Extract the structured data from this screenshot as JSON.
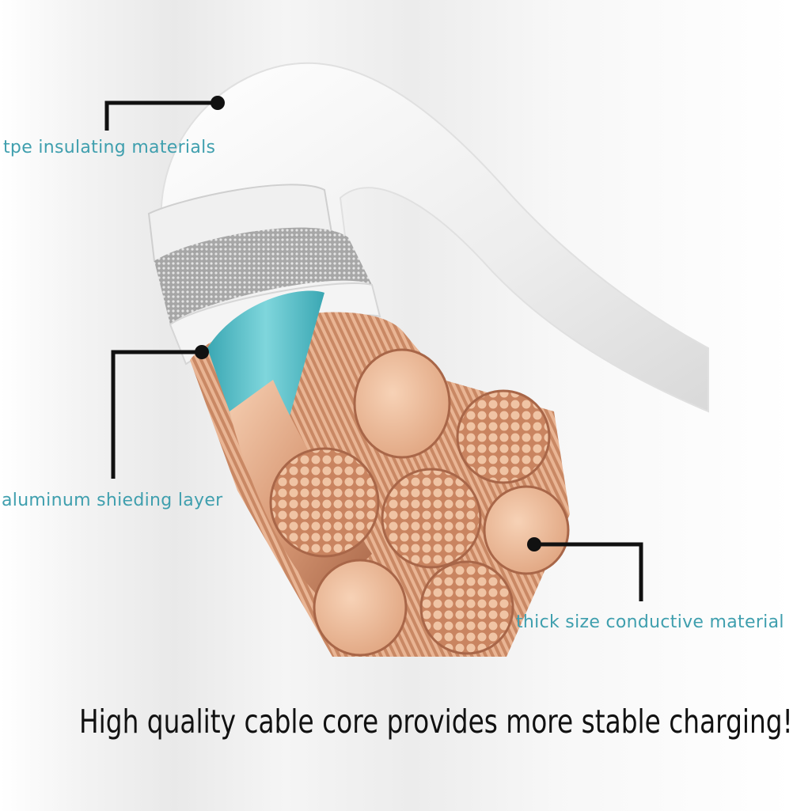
{
  "labels": {
    "insulation": "tpe insulating materials",
    "shielding": "aluminum shieding layer",
    "conductor": "thick size conductive material"
  },
  "headline": "High quality cable core provides more stable charging!",
  "colors": {
    "label_text": "#3f9fae",
    "headline_text": "#111111",
    "callout_line": "#111111",
    "cable_jacket": "#f4f4f4",
    "teal_insulation": "#5cc3cc",
    "copper": "#e8b38f",
    "copper_dark": "#b9795a"
  }
}
